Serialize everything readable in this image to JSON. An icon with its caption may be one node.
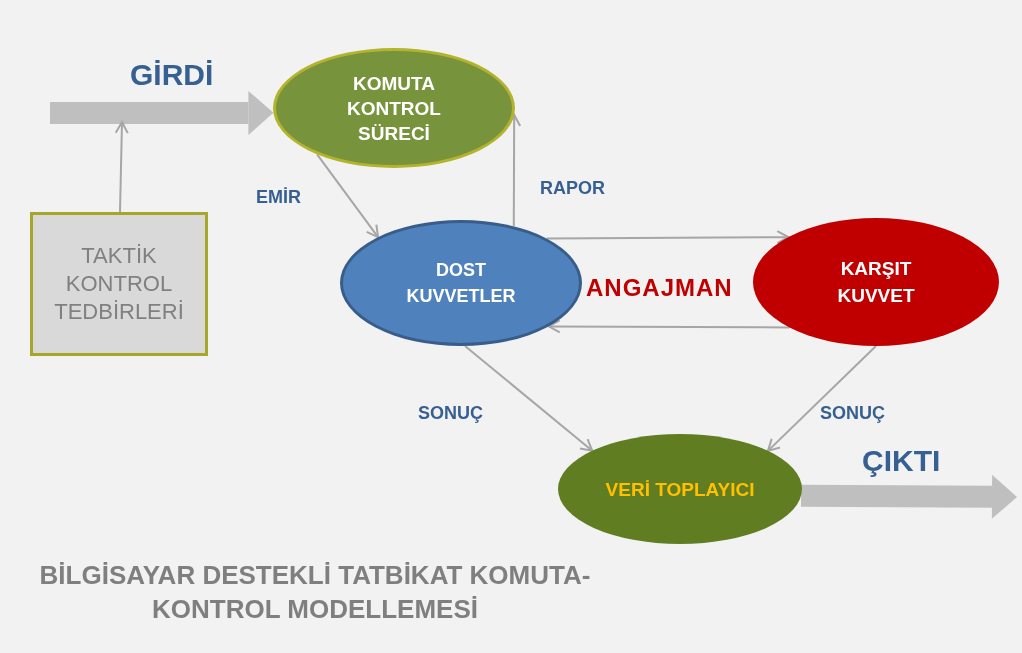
{
  "diagram": {
    "caption": "BİLGİSAYAR DESTEKLİ TATBİKAT KOMUTA-KONTROL MODELLEMESİ",
    "nodes": [
      {
        "text": [
          "KOMUTA KONTROL SÜRECİ"
        ]
      },
      {
        "text": [
          "TAKTİK KONTROL TEDBİRLERİ"
        ]
      },
      {
        "text": [
          "DOST KUVVETLER"
        ]
      },
      {
        "text": [
          "KARŞIT KUVVET"
        ]
      },
      {
        "text": [
          "VERİ TOPLAYICI"
        ]
      }
    ],
    "edges": [
      {
        "from": 0,
        "to": 2,
        "arrow": "to",
        "label": "EMİR"
      },
      {
        "from": 2,
        "to": 0,
        "arrow": "to",
        "label": "RAPOR"
      },
      {
        "from": 2,
        "to": 3,
        "arrow": "to"
      },
      {
        "from": 3,
        "to": 2,
        "arrow": "to"
      },
      {
        "from": 2,
        "to": 4,
        "arrow": "to",
        "label": "SONUÇ"
      },
      {
        "from": 3,
        "to": 4,
        "arrow": "to",
        "label": "SONUÇ"
      },
      {
        "from": null,
        "to": 0,
        "arrow": "to",
        "label": "GİRDİ",
        "style": "thick",
        "color": "#bfbfbf"
      },
      {
        "from": 1,
        "to": null,
        "arrow": "to"
      },
      {
        "from": 4,
        "to": null,
        "arrow": "to",
        "label": "ÇIKTI",
        "style": "thick",
        "color": "#bfbfbf"
      }
    ],
    "labels": [
      "ANGAJMAN"
    ]
  }
}
